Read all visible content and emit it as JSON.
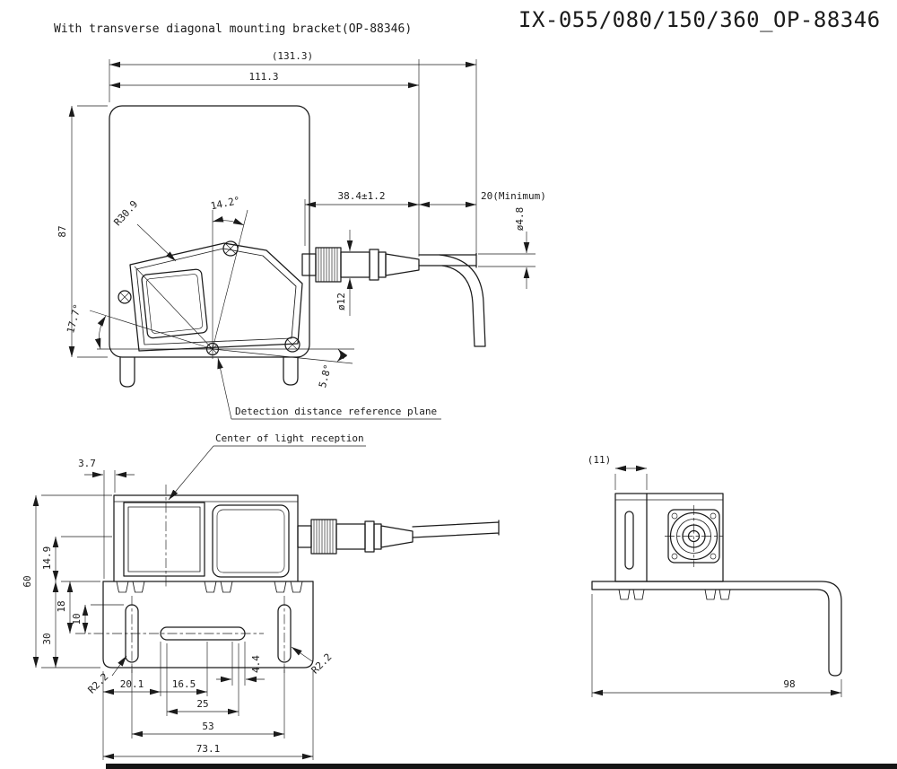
{
  "header": {
    "subtitle": "With transverse diagonal mounting bracket(OP-88346)",
    "title": "IX-055/080/150/360_OP-88346"
  },
  "side_view": {
    "dim_overall_width": "(131.3)",
    "dim_width": "111.3",
    "dim_height": "87",
    "dim_connector_length": "38.4±1.2",
    "dim_cable_straight": "20(Minimum)",
    "dim_cable_diameter": "ø4.8",
    "dim_connector_diameter": "ø12",
    "dim_angle_top": "14.2°",
    "dim_corner_radius": "R30.9",
    "dim_angle_left": "17.7°",
    "dim_angle_bottom": "5.8°",
    "label_reference_plane": "Detection distance reference plane"
  },
  "front_view": {
    "label_light_center": "Center of light reception",
    "dim_edge_offset": "3.7",
    "dim_total_height": "60",
    "dim_cable_center_height": "14.9",
    "dim_slot_center": "18",
    "dim_slot_top": "10",
    "dim_bracket_height": "30",
    "dim_slot_radius_left": "R2.2",
    "dim_slot_radius_right": "R2.2",
    "dim_20_1": "20.1",
    "dim_16_5": "16.5",
    "dim_25": "25",
    "dim_4_4": "4.4",
    "dim_53": "53",
    "dim_73_1": "73.1"
  },
  "end_view": {
    "dim_depth": "(11)",
    "dim_length": "98"
  }
}
